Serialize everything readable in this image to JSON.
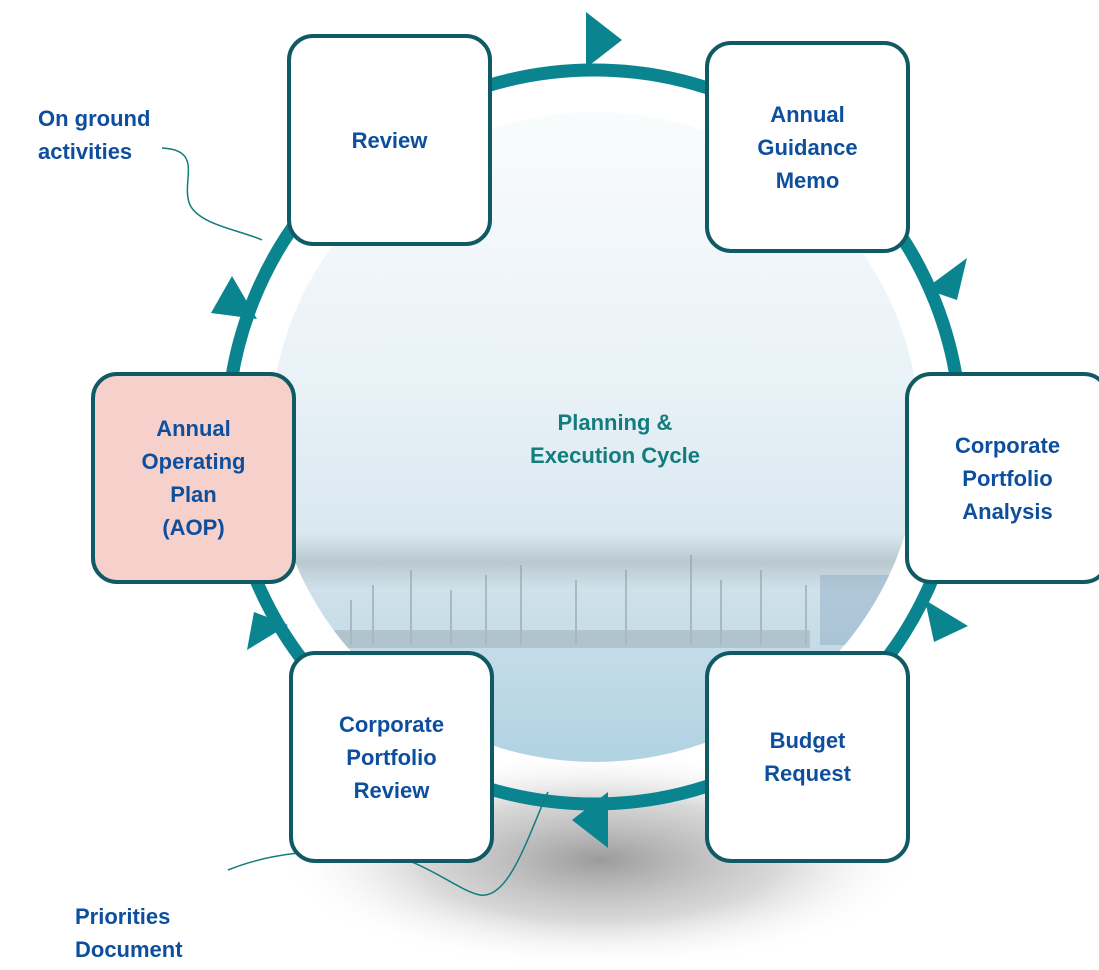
{
  "center": {
    "title": "Planning &\nExecution Cycle"
  },
  "stages": {
    "review": "Review",
    "guidance": "Annual\nGuidance\nMemo",
    "analysis": "Corporate\nPortfolio\nAnalysis",
    "budget": "Budget\nRequest",
    "portfolio_review": "Corporate\nPortfolio\nReview",
    "aop": "Annual\nOperating\nPlan\n(AOP)"
  },
  "callouts": {
    "on_ground": "On ground\nactivities",
    "priorities": "Priorities\nDocument"
  },
  "colors": {
    "ring": "#0a8590",
    "box_border": "#0f5a64",
    "label_text": "#0d4f9e",
    "center_text": "#137d7d",
    "aop_fill": "#f6d0ca"
  }
}
